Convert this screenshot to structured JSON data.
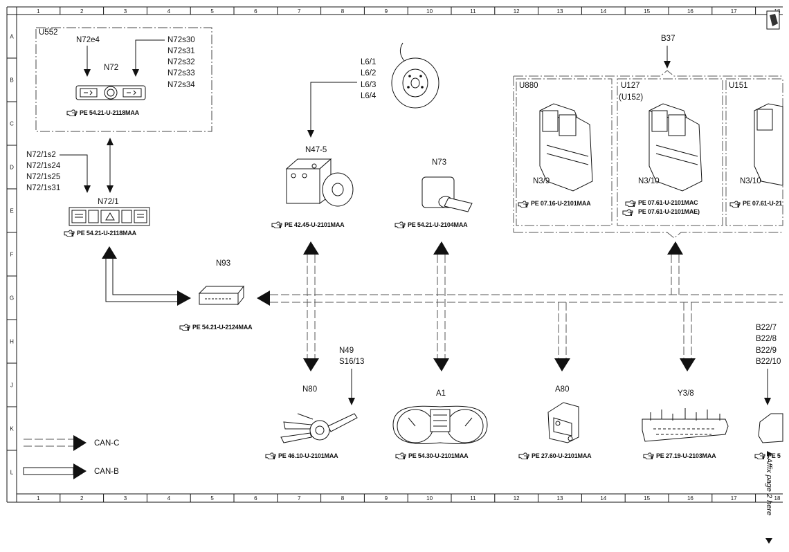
{
  "grid": {
    "columns": [
      "1",
      "2",
      "3",
      "4",
      "5",
      "6",
      "7",
      "8",
      "9",
      "10",
      "11",
      "12",
      "13",
      "14",
      "15",
      "16",
      "17",
      "18"
    ],
    "rows": [
      "A",
      "B",
      "C",
      "D",
      "E",
      "F",
      "G",
      "H",
      "J",
      "K",
      "L"
    ]
  },
  "components": [
    {
      "id": "u552",
      "label": "U552"
    },
    {
      "id": "n72e4",
      "label": "N72e4"
    },
    {
      "id": "n72",
      "label": "N72"
    },
    {
      "id": "n72-switch-list",
      "lines": [
        "N72s30",
        "N72s31",
        "N72s32",
        "N72s33",
        "N72s34"
      ]
    },
    {
      "id": "n72-ref",
      "label": "PE 54.21-U-2118MAA"
    },
    {
      "id": "n72-1-switch-list",
      "lines": [
        "N72/1s2",
        "N72/1s24",
        "N72/1s25",
        "N72/1s31"
      ]
    },
    {
      "id": "n72-1",
      "label": "N72/1"
    },
    {
      "id": "n72-1-ref",
      "label": "PE 54.21-U-2118MAA"
    },
    {
      "id": "n93",
      "label": "N93"
    },
    {
      "id": "n93-ref",
      "label": "PE 54.21-U-2124MAA"
    },
    {
      "id": "l6-list",
      "lines": [
        "L6/1",
        "L6/2",
        "L6/3",
        "L6/4"
      ]
    },
    {
      "id": "n47-5",
      "label": "N47-5"
    },
    {
      "id": "n47-5-ref",
      "label": "PE 42.45-U-2101MAA"
    },
    {
      "id": "n73",
      "label": "N73"
    },
    {
      "id": "n73-ref",
      "label": "PE 54.21-U-2104MAA"
    },
    {
      "id": "b37",
      "label": "B37"
    },
    {
      "id": "u880",
      "label": "U880"
    },
    {
      "id": "n3-9",
      "label": "N3/9"
    },
    {
      "id": "n3-9-ref",
      "label": "PE 07.16-U-2101MAA"
    },
    {
      "id": "u127",
      "label": "U127"
    },
    {
      "id": "u152",
      "label": "(U152)"
    },
    {
      "id": "n3-10a",
      "label": "N3/10"
    },
    {
      "id": "n3-10a-ref1",
      "label": "PE 07.61-U-2101MAC"
    },
    {
      "id": "n3-10a-ref2",
      "label": "PE 07.61-U-2101MAE)"
    },
    {
      "id": "u151",
      "label": "U151"
    },
    {
      "id": "n3-10b",
      "label": "N3/10"
    },
    {
      "id": "n3-10b-ref",
      "label": "PE 07.61-U-21"
    },
    {
      "id": "n49-list",
      "lines": [
        "N49",
        "S16/13"
      ]
    },
    {
      "id": "n80",
      "label": "N80"
    },
    {
      "id": "n80-ref",
      "label": "PE 46.10-U-2101MAA"
    },
    {
      "id": "a1",
      "label": "A1"
    },
    {
      "id": "a1-ref",
      "label": "PE 54.30-U-2101MAA"
    },
    {
      "id": "a80",
      "label": "A80"
    },
    {
      "id": "a80-ref",
      "label": "PE 27.60-U-2101MAA"
    },
    {
      "id": "y3-8",
      "label": "Y3/8"
    },
    {
      "id": "y3-8-ref",
      "label": "PE 27.19-U-2103MAA"
    },
    {
      "id": "b22-list",
      "lines": [
        "B22/7",
        "B22/8",
        "B22/9",
        "B22/10"
      ]
    },
    {
      "id": "b22-ref",
      "label": "PE 5"
    }
  ],
  "legend": {
    "can_c": "CAN-C",
    "can_b": "CAN-B"
  },
  "affix_note": "Affix page 2 here"
}
